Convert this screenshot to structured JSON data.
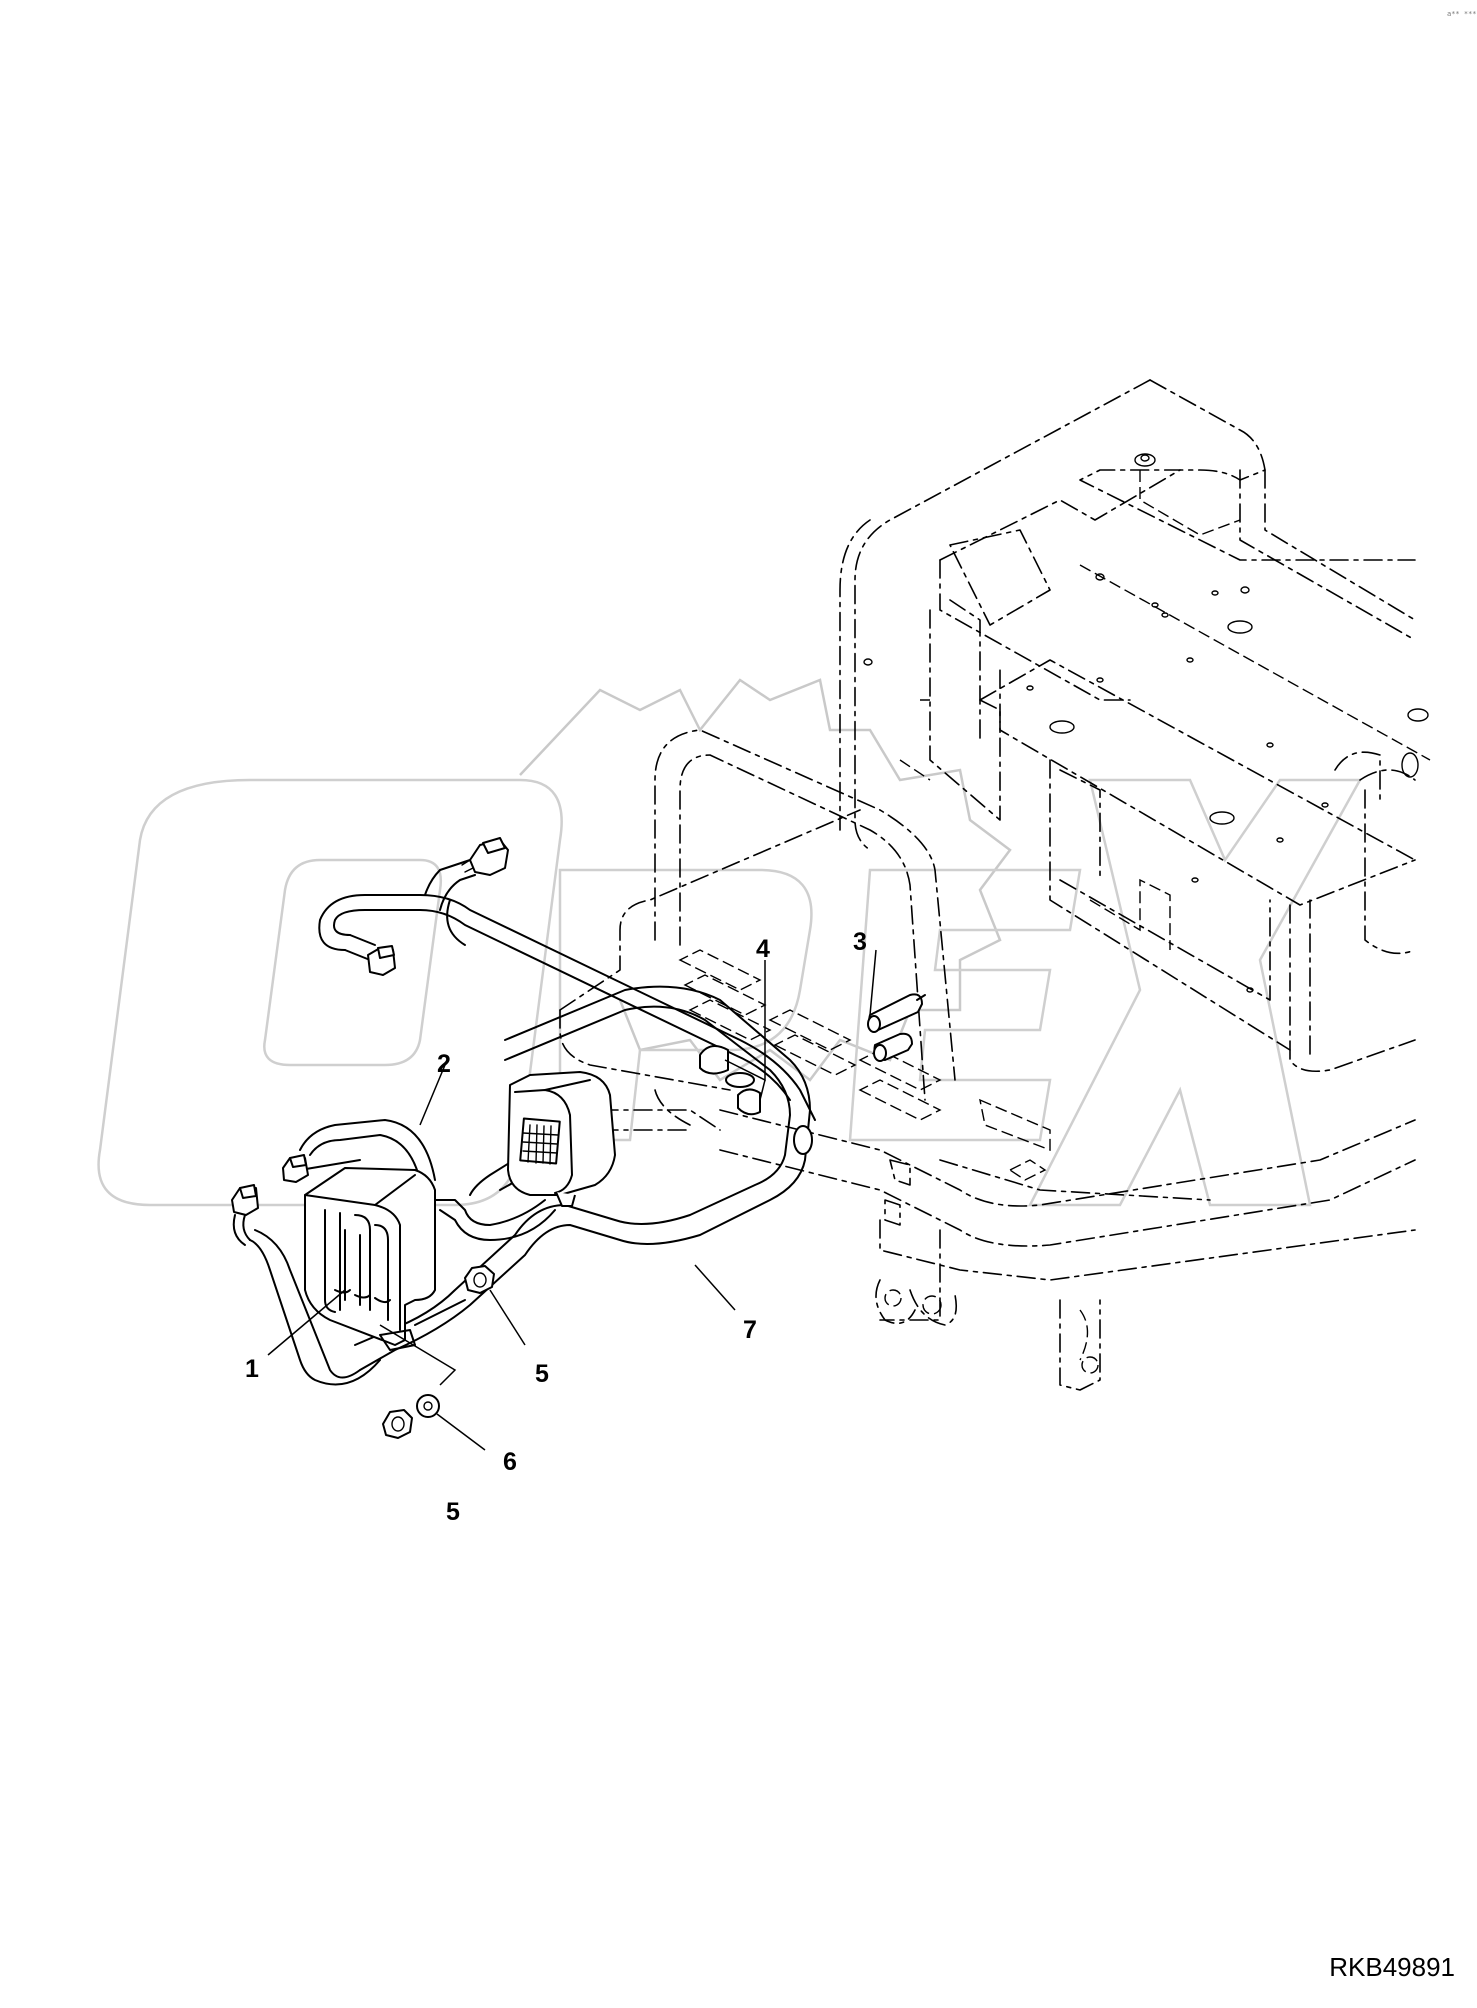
{
  "drawing_id": "RKB49891",
  "corner_mark": "a** ***",
  "watermark_text": "OPEX",
  "callouts": [
    {
      "id": "callout-1",
      "label": "1"
    },
    {
      "id": "callout-2",
      "label": "2"
    },
    {
      "id": "callout-3",
      "label": "3"
    },
    {
      "id": "callout-4",
      "label": "4"
    },
    {
      "id": "callout-5a",
      "label": "5"
    },
    {
      "id": "callout-5b",
      "label": "5"
    },
    {
      "id": "callout-6",
      "label": "6"
    },
    {
      "id": "callout-7",
      "label": "7"
    }
  ]
}
